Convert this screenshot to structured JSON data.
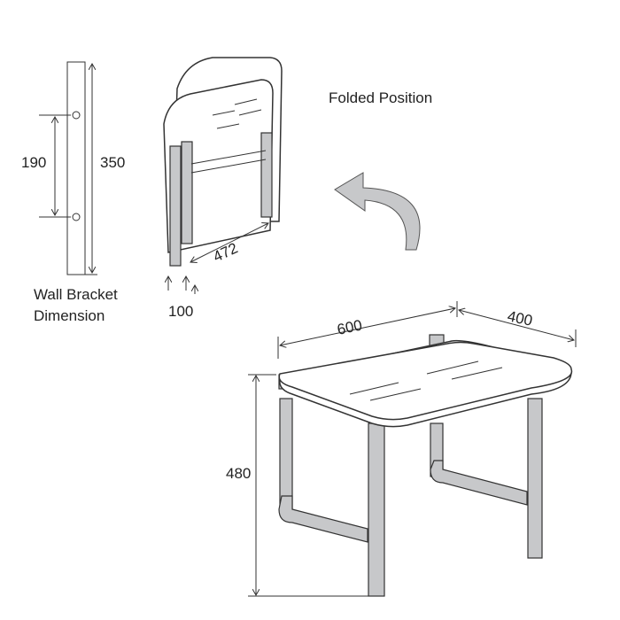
{
  "labels": {
    "folded_position": "Folded Position",
    "wall_bracket_line1": "Wall Bracket",
    "wall_bracket_line2": "Dimension"
  },
  "dimensions": {
    "bracket_hole_spacing": "190",
    "bracket_height": "350",
    "folded_width": "472",
    "folded_depth": "100",
    "seat_width": "600",
    "seat_depth": "400",
    "seat_height": "480"
  },
  "colors": {
    "frame": "#c7c8ca",
    "line": "#333333"
  }
}
